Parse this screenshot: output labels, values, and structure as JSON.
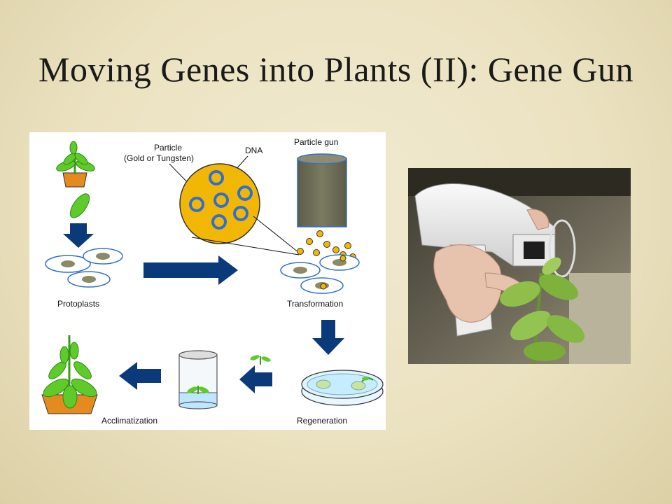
{
  "slide": {
    "title": "Moving Genes into Plants (II): Gene Gun"
  },
  "diagram": {
    "labels": {
      "particle_line1": "Particle",
      "particle_line2": "(Gold or Tungsten)",
      "dna": "DNA",
      "particle_gun": "Particle gun",
      "protoplasts": "Protoplasts",
      "transformation": "Transformation",
      "regeneration": "Regeneration",
      "acclimatization": "Acclimatization"
    },
    "colors": {
      "arrow": "#0b3a7a",
      "leaf": "#5ecb2b",
      "pot": "#e58a1f",
      "gold": "#f2b705",
      "ring": "#2f6fd1",
      "gun_body": "#6a6a52"
    }
  },
  "photo": {
    "description_icon": "gene-gun-photo"
  }
}
